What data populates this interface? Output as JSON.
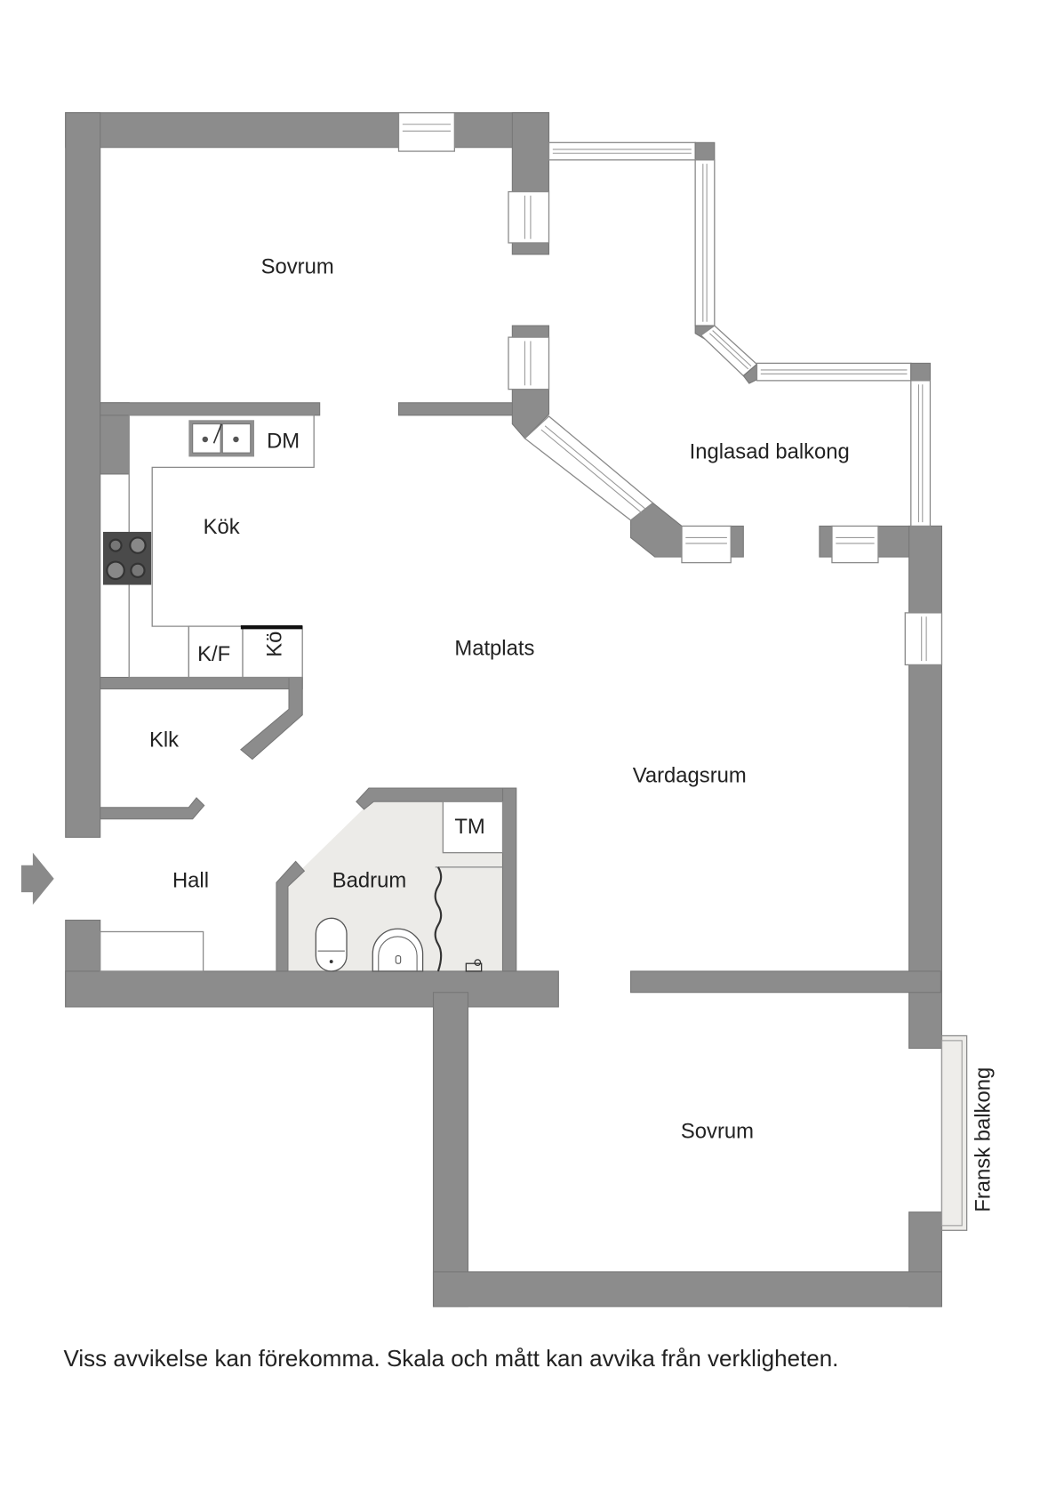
{
  "floorplan": {
    "rooms": {
      "bedroom_top": "Sovrum",
      "kitchen": "Kök",
      "dishwasher": "DM",
      "fridge_freezer": "K/F",
      "cold_storage": "Kö",
      "dining": "Matplats",
      "glazed_balcony": "Inglasad balkong",
      "closet": "Klk",
      "hall": "Hall",
      "bathroom": "Badrum",
      "washing_machine": "TM",
      "living_room": "Vardagsrum",
      "bedroom_bottom": "Sovrum",
      "french_balcony": "Fransk balkong"
    },
    "entrance_icon": "entrance-arrow-icon",
    "colors": {
      "wall": "#8c8c8c",
      "bathroom_floor": "#ecebe8",
      "text": "#222222"
    }
  },
  "caption": "Viss avvikelse kan förekomma. Skala och mått kan avvika från verkligheten."
}
